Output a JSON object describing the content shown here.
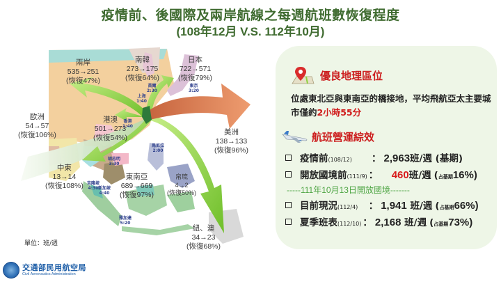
{
  "title": {
    "line1": "疫情前、後國際及兩岸航線之每週航班數恢復程度",
    "line2": "(108年12月 V.S. 112年10月)"
  },
  "map": {
    "regions": [
      {
        "name": "兩岸",
        "flights": "535→251",
        "recovery": "(恢復47%)"
      },
      {
        "name": "南韓",
        "flights": "273→175",
        "recovery": "(恢復64%)"
      },
      {
        "name": "日本",
        "flights": "722→571",
        "recovery": "(恢復79%)"
      },
      {
        "name": "歐洲",
        "flights": "54→57",
        "recovery": "(恢復106%)"
      },
      {
        "name": "港澳",
        "flights": "501→273",
        "recovery": "(恢復54%)"
      },
      {
        "name": "美洲",
        "flights": "138→133",
        "recovery": "(恢復96%)"
      },
      {
        "name": "中東",
        "flights": "13→14",
        "recovery": "(恢復108%)"
      },
      {
        "name": "東南亞",
        "flights": "689→669",
        "recovery": "(恢復97%)"
      },
      {
        "name": "帛琉",
        "flights": "4→2",
        "recovery": "(恢復50%)"
      },
      {
        "name": "紐、澳",
        "flights": "34→23",
        "recovery": "(恢復68%)"
      }
    ],
    "cities": [
      {
        "name": "首爾",
        "time": "2:30"
      },
      {
        "name": "上海",
        "time": "1:40"
      },
      {
        "name": "東京",
        "time": "3:20"
      },
      {
        "name": "香港",
        "time": "1:40"
      },
      {
        "name": "馬尼拉",
        "time": "2:00"
      },
      {
        "name": "胡志明",
        "time": "3:30"
      },
      {
        "name": "吉隆坡",
        "time": "4:30"
      },
      {
        "name": "新加坡",
        "time": "4:40"
      },
      {
        "name": "雅加達",
        "time": "5:20"
      }
    ],
    "unit": "單位：班/週"
  },
  "logo": {
    "zh": "交通部民用航空局",
    "en": "Civil Aeronautics Administration"
  },
  "panel": {
    "geo": {
      "title": "優良地理區位",
      "icon": "map-pin-icon",
      "desc_part1": "位處東北亞與東南亞的橋接地，平均飛航亞太主要城市僅約",
      "desc_highlight": "2小時55分"
    },
    "ops": {
      "title": "航班營運綜效",
      "icon": "airplane-icon",
      "rows": [
        {
          "label": "疫情前",
          "period": " (108/12)",
          "sep": "   ：",
          "value": "2,963",
          "unit": "班/週",
          "note_small": "",
          "note": " (基期)",
          "highlight": false
        },
        {
          "label": "開放國境前",
          "period": "(111/9)",
          "sep": "：  ",
          "value": "460",
          "unit": "班/週",
          "note_small": "占基期",
          "note": "16%)",
          "highlight": true
        }
      ],
      "divider": "-----111年10月13日開放國境-------",
      "rows_after": [
        {
          "label": "目前現況",
          "period": "(112/4)",
          "sep": "  ：",
          "value": "1,941",
          "unit": " 班/週",
          "note_small": "占基期",
          "note": "66%)"
        },
        {
          "label": "夏季班表",
          "period": "(112/10)",
          "sep": "：",
          "value": "2,168",
          "unit": " 班/週",
          "note_small": "占基期",
          "note": "73%)"
        }
      ]
    }
  },
  "colors": {
    "title": "#3f6b30",
    "panel_bg": "#eef6e7",
    "accent_red": "#d01b1b",
    "divider_green": "#4ea544",
    "arrow_green": "#8fd13f",
    "arrow_orange": "#e08a5c"
  }
}
